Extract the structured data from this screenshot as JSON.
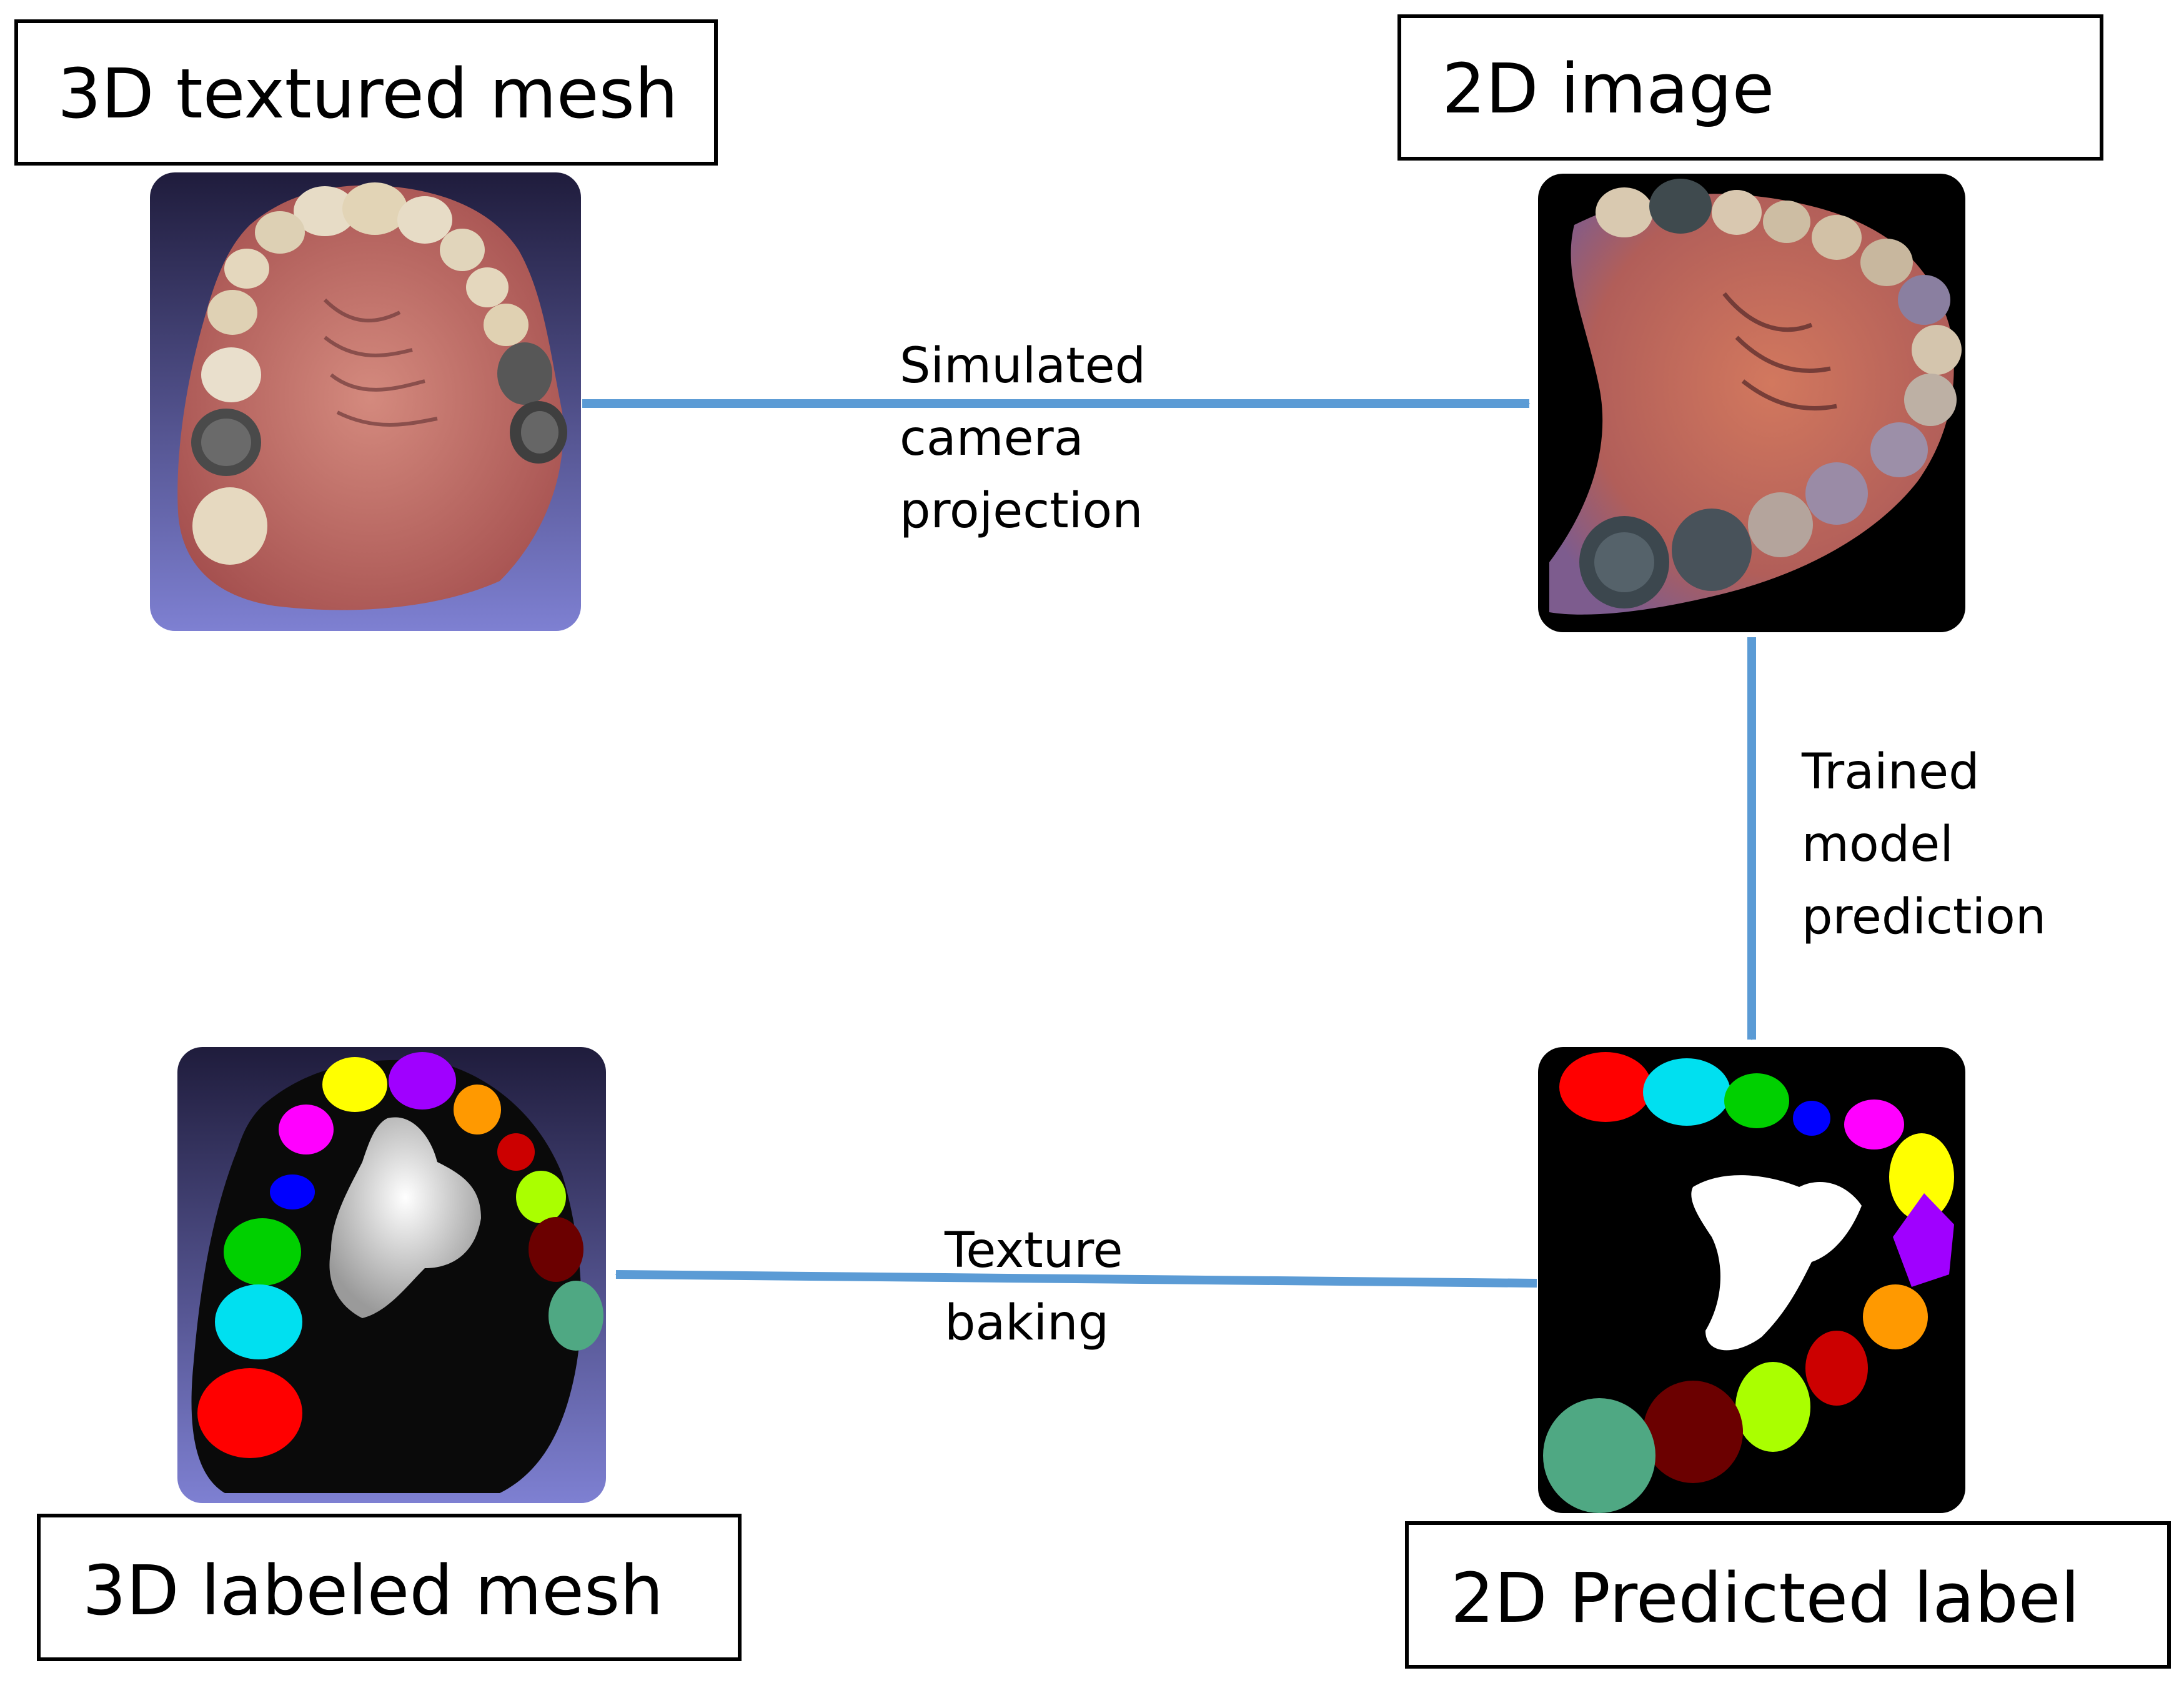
{
  "nodes": {
    "textured_mesh": {
      "title": "3D textured mesh"
    },
    "image_2d": {
      "title": "2D image"
    },
    "predicted_label": {
      "title": "2D Predicted label"
    },
    "labeled_mesh": {
      "title": "3D labeled mesh"
    }
  },
  "edges": {
    "projection": {
      "lines": [
        "Simulated",
        "camera",
        "projection"
      ]
    },
    "prediction": {
      "lines": [
        "Trained",
        "model",
        "prediction"
      ]
    },
    "baking": {
      "lines": [
        "Texture",
        "baking"
      ]
    }
  },
  "colors": {
    "arrow": "#5b9bd5",
    "mesh_bg_top": "#1f1c3c",
    "mesh_bg_bottom": "#7e80d2",
    "gum": "#b8615c",
    "tooth": "#e7dcc6",
    "label_palette": [
      "#ff0000",
      "#00e0f0",
      "#00d000",
      "#0000ff",
      "#ff00ff",
      "#ffff00",
      "#a000ff",
      "#ff9900",
      "#cc0000",
      "#aaff00",
      "#6b0000",
      "#4fa883",
      "#ffffff"
    ]
  }
}
